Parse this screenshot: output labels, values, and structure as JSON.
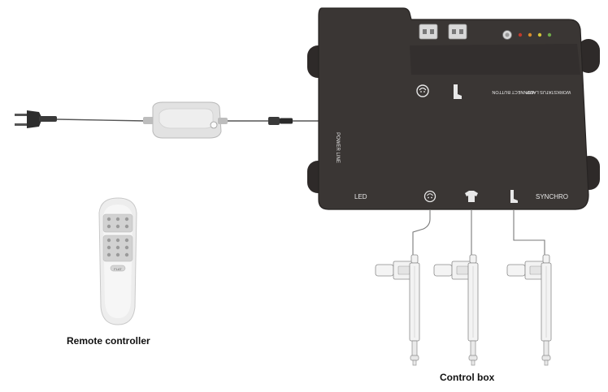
{
  "captions": {
    "remote": "Remote controller",
    "control_box": "Control box"
  },
  "box_labels": {
    "power_line": "POWER LINE",
    "led": "LED",
    "synchro": "SYNCHRO",
    "connect_button": "CONNECT BUTTON",
    "workstatus_lamp": "WORKSTATUS LAMP"
  },
  "remote_buttons": {
    "bottom": "FLAT"
  },
  "colors": {
    "box_body": "#3a3634",
    "box_edge": "#262322",
    "adapter": "#dcdcdc",
    "remote": "#ededed",
    "actuator": "#f2f2f2",
    "led_red": "#c0392b",
    "led_orange": "#d98c2b",
    "led_yellow": "#d4c43a",
    "led_green": "#6fa84a"
  },
  "icons": {
    "ports": [
      "head-icon",
      "torso-icon",
      "foot-icon"
    ],
    "top_panel": [
      "head-icon",
      "foot-icon"
    ]
  }
}
